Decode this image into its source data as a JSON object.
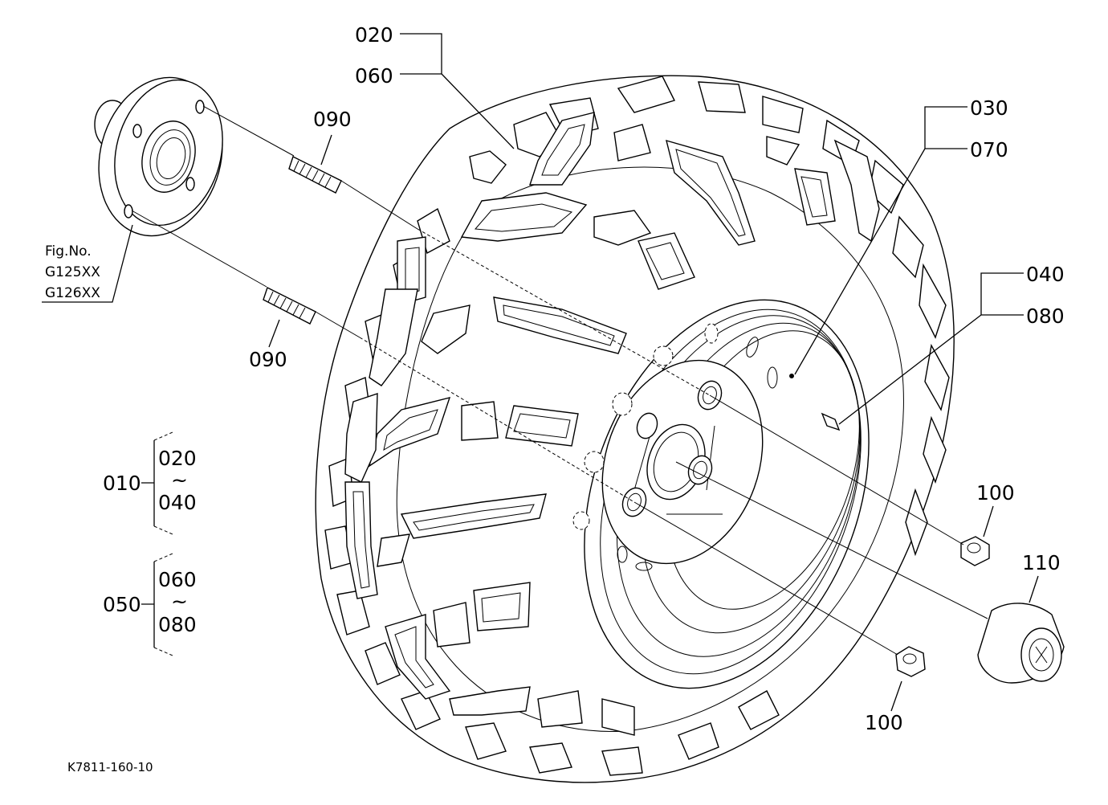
{
  "labels": {
    "p020": "020",
    "p060": "060",
    "p030": "030",
    "p070": "070",
    "p040": "040",
    "p080": "080",
    "p090_top": "090",
    "p090_bottom": "090",
    "p100_right": "100",
    "p100_bottom": "100",
    "p110": "110"
  },
  "fig_ref": {
    "line1": "Fig.No.",
    "line2": "G125XX",
    "line3": "G126XX"
  },
  "assemblies": [
    {
      "code": "010",
      "from": "020",
      "tilde": "~",
      "to": "040"
    },
    {
      "code": "050",
      "from": "060",
      "tilde": "~",
      "to": "080"
    }
  ],
  "drawing_id": "K7811-160-10"
}
